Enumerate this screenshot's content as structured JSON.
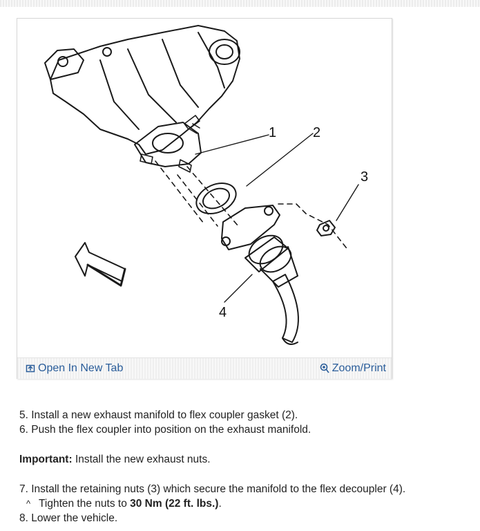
{
  "figure": {
    "callouts": [
      "1",
      "2",
      "3",
      "4"
    ],
    "toolbar": {
      "open_tab_label": "Open In New Tab",
      "open_tab_icon": "open-external-icon",
      "zoom_label": "Zoom/Print",
      "zoom_icon": "magnifier-icon"
    }
  },
  "steps": {
    "step5": "5. Install a new exhaust manifold to flex coupler gasket (2).",
    "step6": "6. Push the flex coupler into position on the exhaust manifold.",
    "important_label": "Important:",
    "important_text": " Install the new exhaust nuts.",
    "step7": "7. Install the retaining nuts (3) which secure the manifold to the flex decoupler (4).",
    "substep_caret": "^",
    "substep_prefix": "Tighten the nuts to ",
    "substep_value": "30 Nm (22 ft. lbs.)",
    "substep_suffix": ".",
    "step8": "8. Lower the vehicle."
  },
  "colors": {
    "link": "#2a5d9a",
    "text": "#222222"
  }
}
